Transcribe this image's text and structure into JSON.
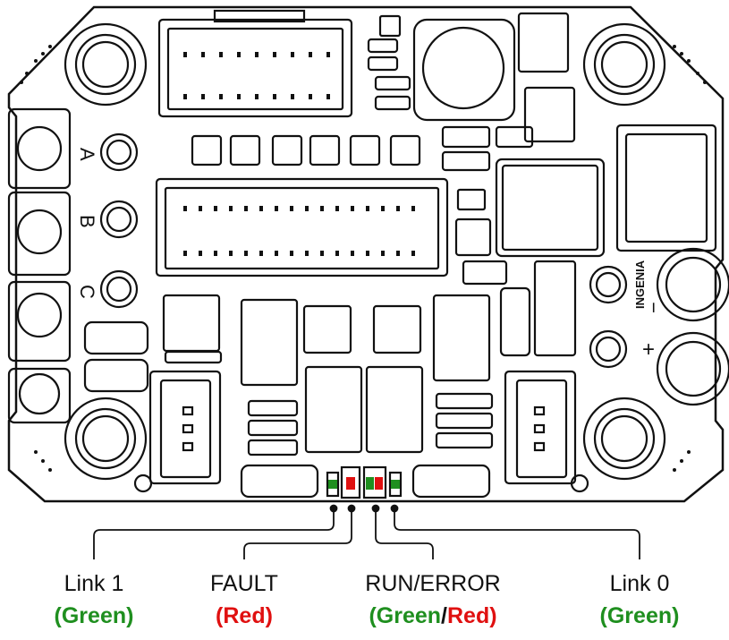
{
  "board": {
    "brand_text": "INGENIA",
    "phase_labels": [
      "A",
      "B",
      "C"
    ],
    "plus_symbol": "+",
    "minus_symbol": "−"
  },
  "leds": [
    {
      "name": "Link 1",
      "color_name": "Green",
      "color": "#1f8f1f"
    },
    {
      "name": "FAULT",
      "color_name": "Red",
      "color": "#e01010"
    },
    {
      "name": "RUN/ERROR",
      "color_name": "Green",
      "color_name_2": "Red",
      "color": "#1f8f1f",
      "color_2": "#e01010"
    },
    {
      "name": "Link 0",
      "color_name": "Green",
      "color": "#1f8f1f"
    }
  ],
  "paren_open": "(",
  "paren_close": ")",
  "slash": "/"
}
